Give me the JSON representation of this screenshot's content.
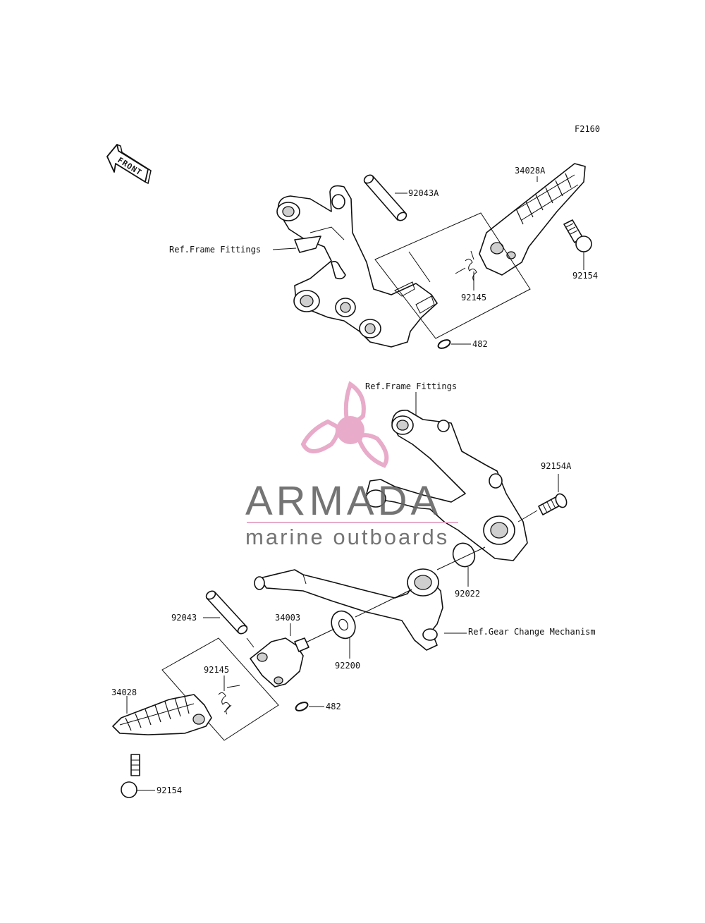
{
  "figure": {
    "code": "F2160"
  },
  "front_marker": {
    "text": "FRONT"
  },
  "parts": {
    "p92043A": "92043A",
    "p34028A": "34028A",
    "p92154_top": "92154",
    "p92145_top": "92145",
    "p482_top": "482",
    "p92154A": "92154A",
    "p92022": "92022",
    "p92200": "92200",
    "p34003": "34003",
    "p92043": "92043",
    "p92145_bot": "92145",
    "p34028": "34028",
    "p482_bot": "482",
    "p92154_bot": "92154"
  },
  "refs": {
    "frame_top": "Ref.Frame Fittings",
    "frame_mid": "Ref.Frame Fittings",
    "gear_change": "Ref.Gear Change Mechanism"
  },
  "watermark": {
    "brand": "ARMADA",
    "tagline": "marine outboards",
    "colors": {
      "accent": "#e6a3c4",
      "accent_dark": "#d98ab2",
      "text": "#666666"
    }
  }
}
